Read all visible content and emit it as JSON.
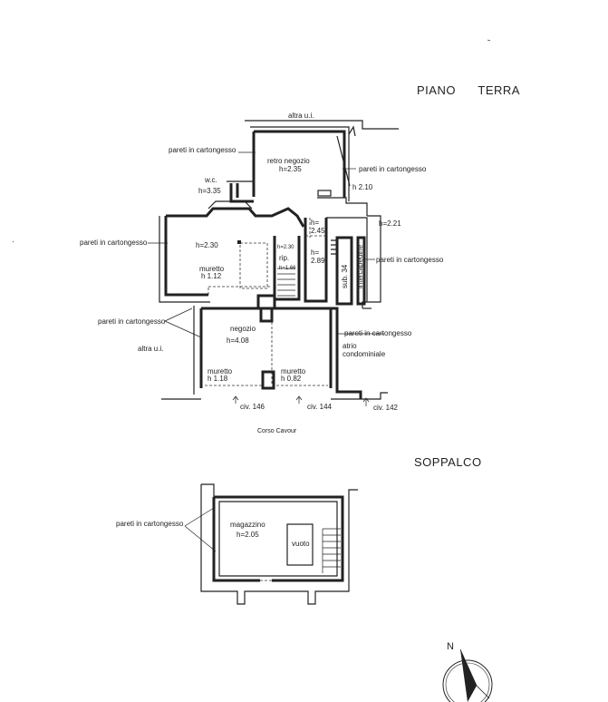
{
  "titles": {
    "ground_floor": "PIANO      TERRA",
    "mezzanine": "SOPPALCO"
  },
  "ground": {
    "other_unit_top": "altra u.i.",
    "other_unit_left": "altra u.i.",
    "plasterboard": "pareti in cartongesso",
    "back_shop": "retro negozio",
    "back_shop_h": "h=2.35",
    "wc": "w.c.",
    "wc_h": "h=3.35",
    "h_210": "h 2.10",
    "h_245_a": "h=",
    "h_245_b": "2.45",
    "h_221": "h=2.21",
    "main_room_h": "h=2.30",
    "rip": "rip.",
    "rip_h1": "h=2.30",
    "rip_h2": "h=1.66",
    "h_289_a": "h=",
    "h_289_b": "2.89",
    "sub": "sub. 34",
    "interspace": "intercapedine",
    "low_wall_1": "muretto",
    "low_wall_1_h": "h 1.12",
    "shop": "negozio",
    "shop_h": "h=4.08",
    "low_wall_2": "muretto",
    "low_wall_2_h": "h 1.18",
    "low_wall_3": "muretto",
    "low_wall_3_h": "h 0.82",
    "atrium_1": "atrio",
    "atrium_2": "condominiale",
    "civ_146": "civ. 146",
    "civ_144": "civ. 144",
    "civ_142": "civ. 142",
    "street": "Corso Cavour"
  },
  "mezz": {
    "plasterboard": "pareti in cartongesso",
    "storage": "magazzino",
    "storage_h": "h=2.05",
    "void": "vuoto"
  },
  "compass": {
    "north": "N"
  }
}
